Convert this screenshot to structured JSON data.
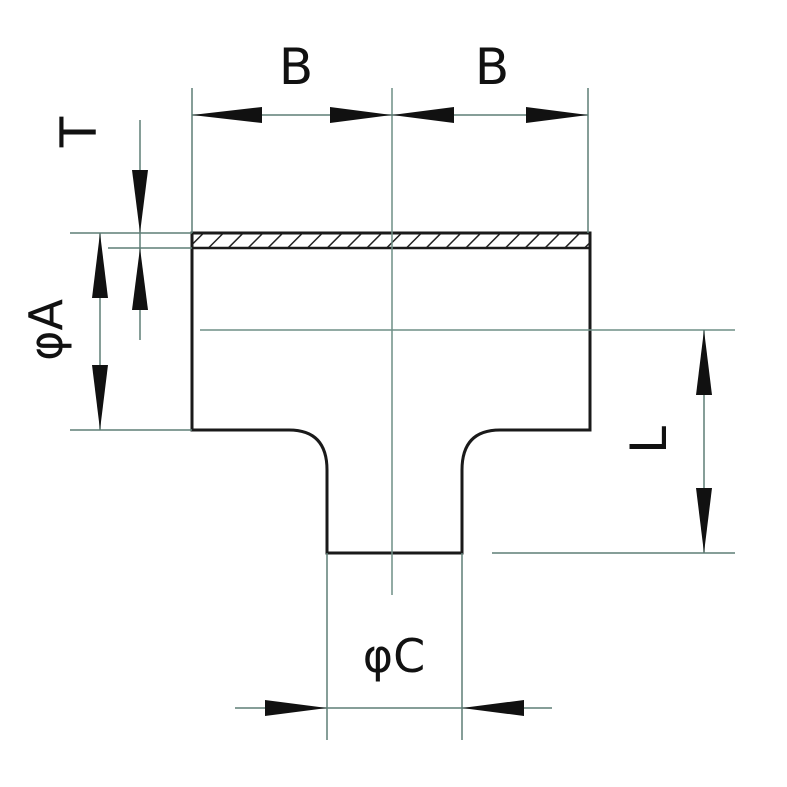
{
  "drawing": {
    "title": "",
    "labels": {
      "b_left": "B",
      "b_right": "B",
      "thickness": "T",
      "diameter_a": "φA",
      "length": "L",
      "diameter_c": "φC"
    },
    "colors": {
      "outline": "#1a1a1a",
      "center_line": "#6f8f86",
      "dimension_line": "#5f7f77",
      "hatch": "#222222",
      "background": "#ffffff"
    }
  }
}
